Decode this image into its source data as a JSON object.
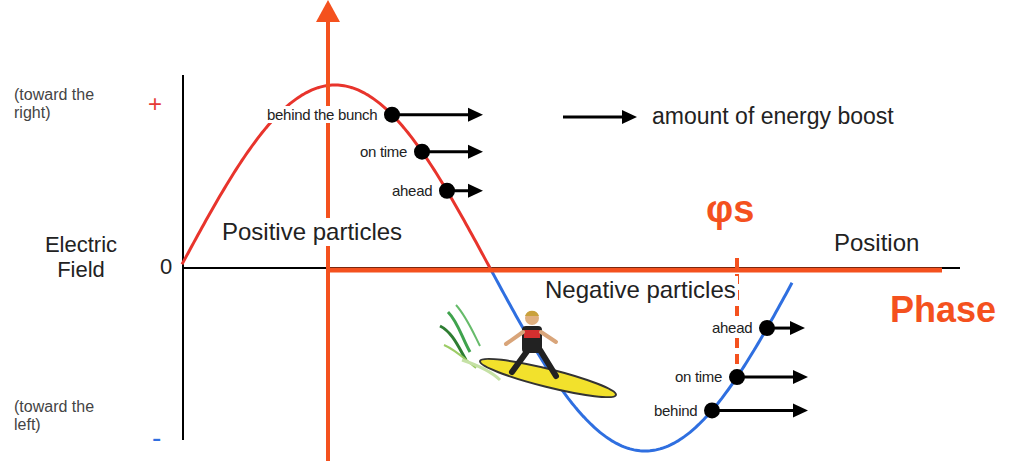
{
  "diagram": {
    "labels": [
      "(toward the right)",
      "+",
      "behind the bunch",
      "amount of energy boost",
      "on time",
      "ahead",
      "Electric Field",
      "0",
      "Positive particles",
      "φs",
      "Position",
      "Negative particles",
      "Phase",
      "ahead",
      "on time",
      "(toward the left)",
      "-",
      "behind"
    ]
  }
}
